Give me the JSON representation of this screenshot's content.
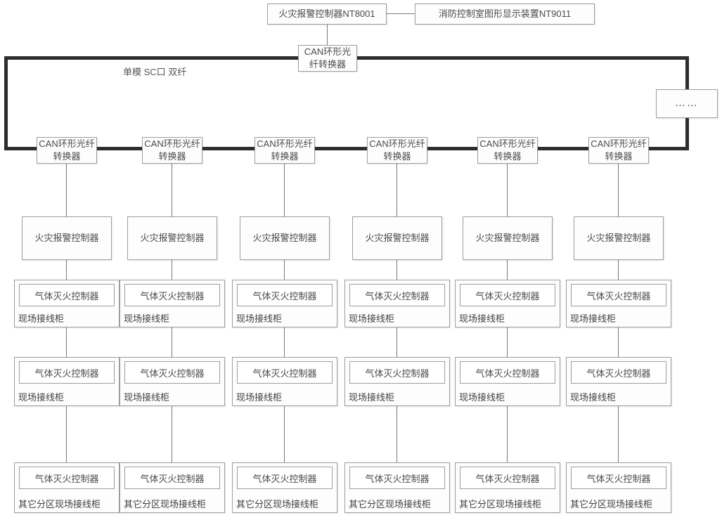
{
  "header": {
    "main_controller": "火灾报警控制器NT8001",
    "display_device": "消防控制室图形显示装置NT9011",
    "ring_converter": "CAN环形光纤转换器",
    "bus_label": "单模 SC口 双纤",
    "ellipsis": "……"
  },
  "columns": [
    {
      "converter": "CAN环形光纤转换器",
      "alarm_controller": "火灾报警控制器",
      "cabinet1": {
        "device": "气体灭火控制器",
        "label": "现场接线柜"
      },
      "cabinet2": {
        "device": "气体灭火控制器",
        "label": "现场接线柜"
      },
      "cabinet3": {
        "device": "气体灭火控制器",
        "label": "其它分区现场接线柜"
      }
    },
    {
      "converter": "CAN环形光纤转换器",
      "alarm_controller": "火灾报警控制器",
      "cabinet1": {
        "device": "气体灭火控制器",
        "label": "现场接线柜"
      },
      "cabinet2": {
        "device": "气体灭火控制器",
        "label": "现场接线柜"
      },
      "cabinet3": {
        "device": "气体灭火控制器",
        "label": "其它分区现场接线柜"
      }
    },
    {
      "converter": "CAN环形光纤转换器",
      "alarm_controller": "火灾报警控制器",
      "cabinet1": {
        "device": "气体灭火控制器",
        "label": "现场接线柜"
      },
      "cabinet2": {
        "device": "气体灭火控制器",
        "label": "现场接线柜"
      },
      "cabinet3": {
        "device": "气体灭火控制器",
        "label": "其它分区现场接线柜"
      }
    },
    {
      "converter": "CAN环形光纤转换器",
      "alarm_controller": "火灾报警控制器",
      "cabinet1": {
        "device": "气体灭火控制器",
        "label": "现场接线柜"
      },
      "cabinet2": {
        "device": "气体灭火控制器",
        "label": "现场接线柜"
      },
      "cabinet3": {
        "device": "气体灭火控制器",
        "label": "其它分区现场接线柜"
      }
    },
    {
      "converter": "CAN环形光纤转换器",
      "alarm_controller": "火灾报警控制器",
      "cabinet1": {
        "device": "气体灭火控制器",
        "label": "现场接线柜"
      },
      "cabinet2": {
        "device": "气体灭火控制器",
        "label": "现场接线柜"
      },
      "cabinet3": {
        "device": "气体灭火控制器",
        "label": "其它分区现场接线柜"
      }
    },
    {
      "converter": "CAN环形光纤转换器",
      "alarm_controller": "火灾报警控制器",
      "cabinet1": {
        "device": "气体灭火控制器",
        "label": "现场接线柜"
      },
      "cabinet2": {
        "device": "气体灭火控制器",
        "label": "现场接线柜"
      },
      "cabinet3": {
        "device": "气体灭火控制器",
        "label": "其它分区现场接线柜"
      }
    }
  ]
}
